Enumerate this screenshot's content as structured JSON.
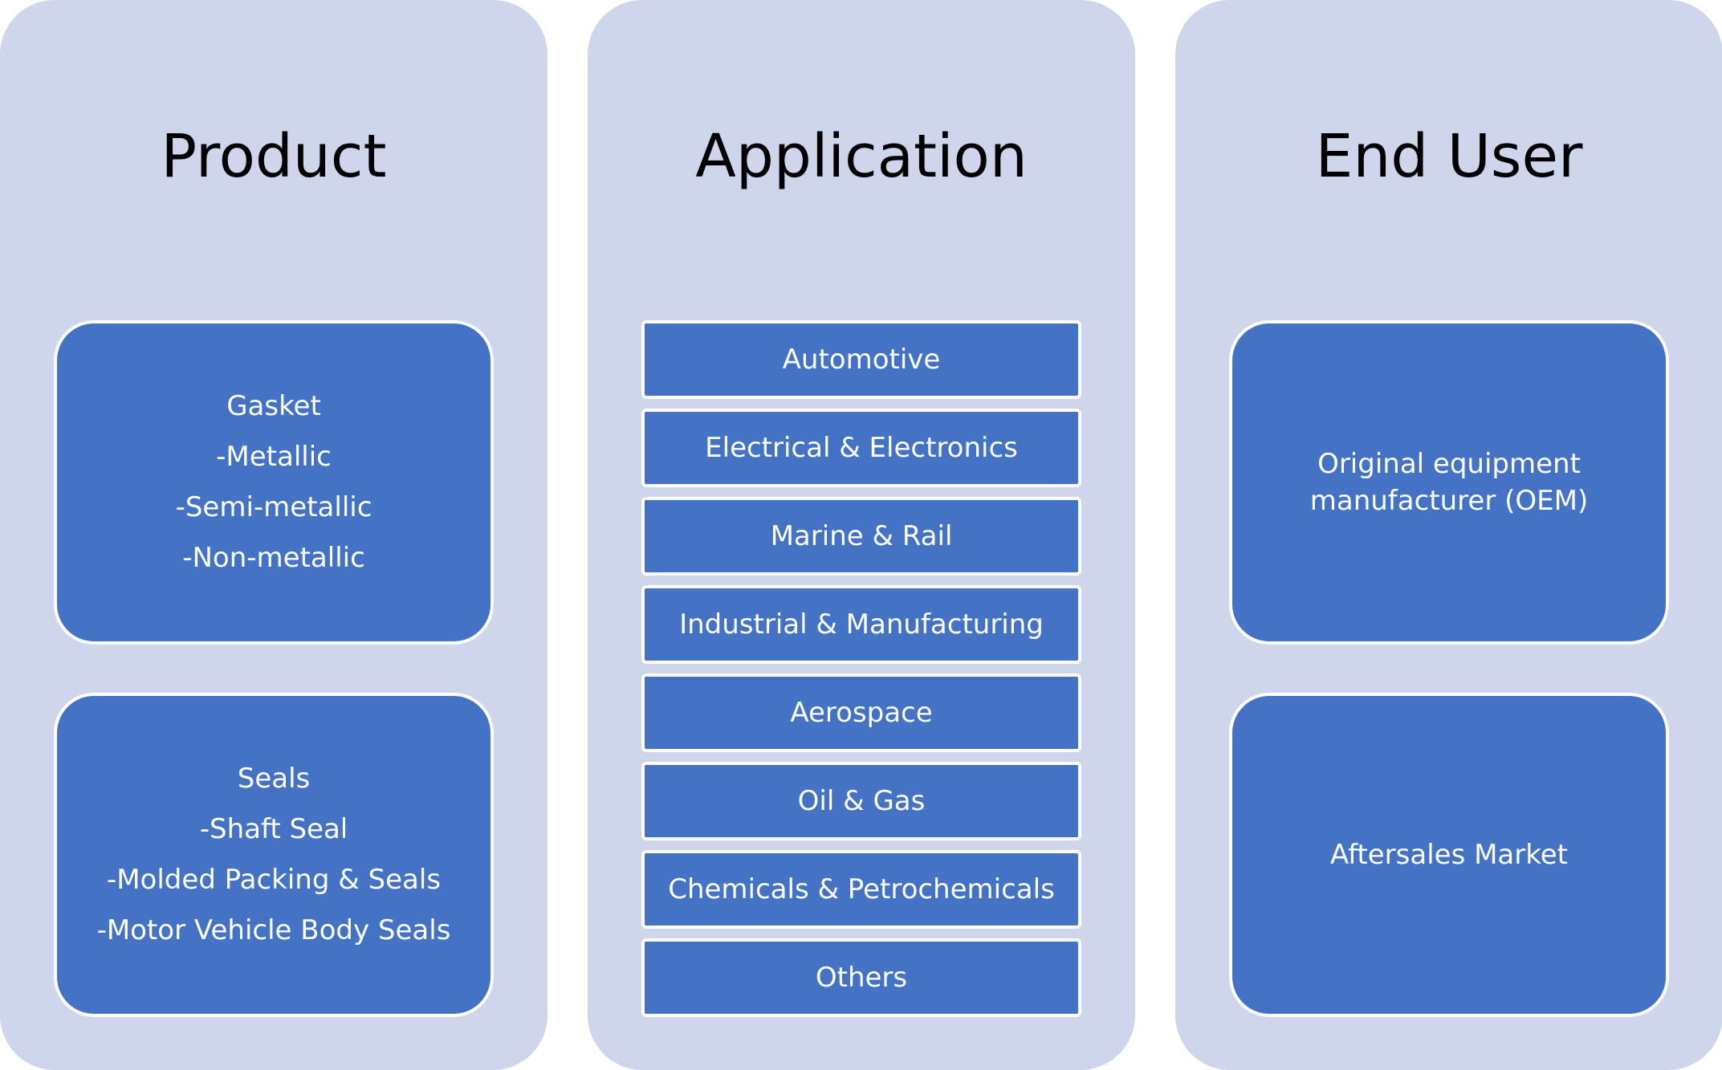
{
  "product": {
    "title": "Product",
    "gasket": {
      "lines": [
        "Gasket",
        "-Metallic",
        "-Semi-metallic",
        "-Non-metallic"
      ]
    },
    "seals": {
      "lines": [
        "Seals",
        "-Shaft Seal",
        "-Molded Packing & Seals",
        "-Motor Vehicle Body Seals"
      ]
    }
  },
  "application": {
    "title": "Application",
    "items": [
      "Automotive",
      "Electrical & Electronics",
      "Marine & Rail",
      "Industrial & Manufacturing",
      "Aerospace",
      "Oil & Gas",
      "Chemicals & Petrochemicals",
      "Others"
    ]
  },
  "end_user": {
    "title": "End User",
    "oem": "Original equipment manufacturer (OEM)",
    "aftersales": "Aftersales Market"
  },
  "colors": {
    "column_bg": "#cfd5eb",
    "box_fill": "#4472c4",
    "box_border": "#ffffff",
    "box_text": "#ffffff",
    "title_text": "#000000"
  }
}
